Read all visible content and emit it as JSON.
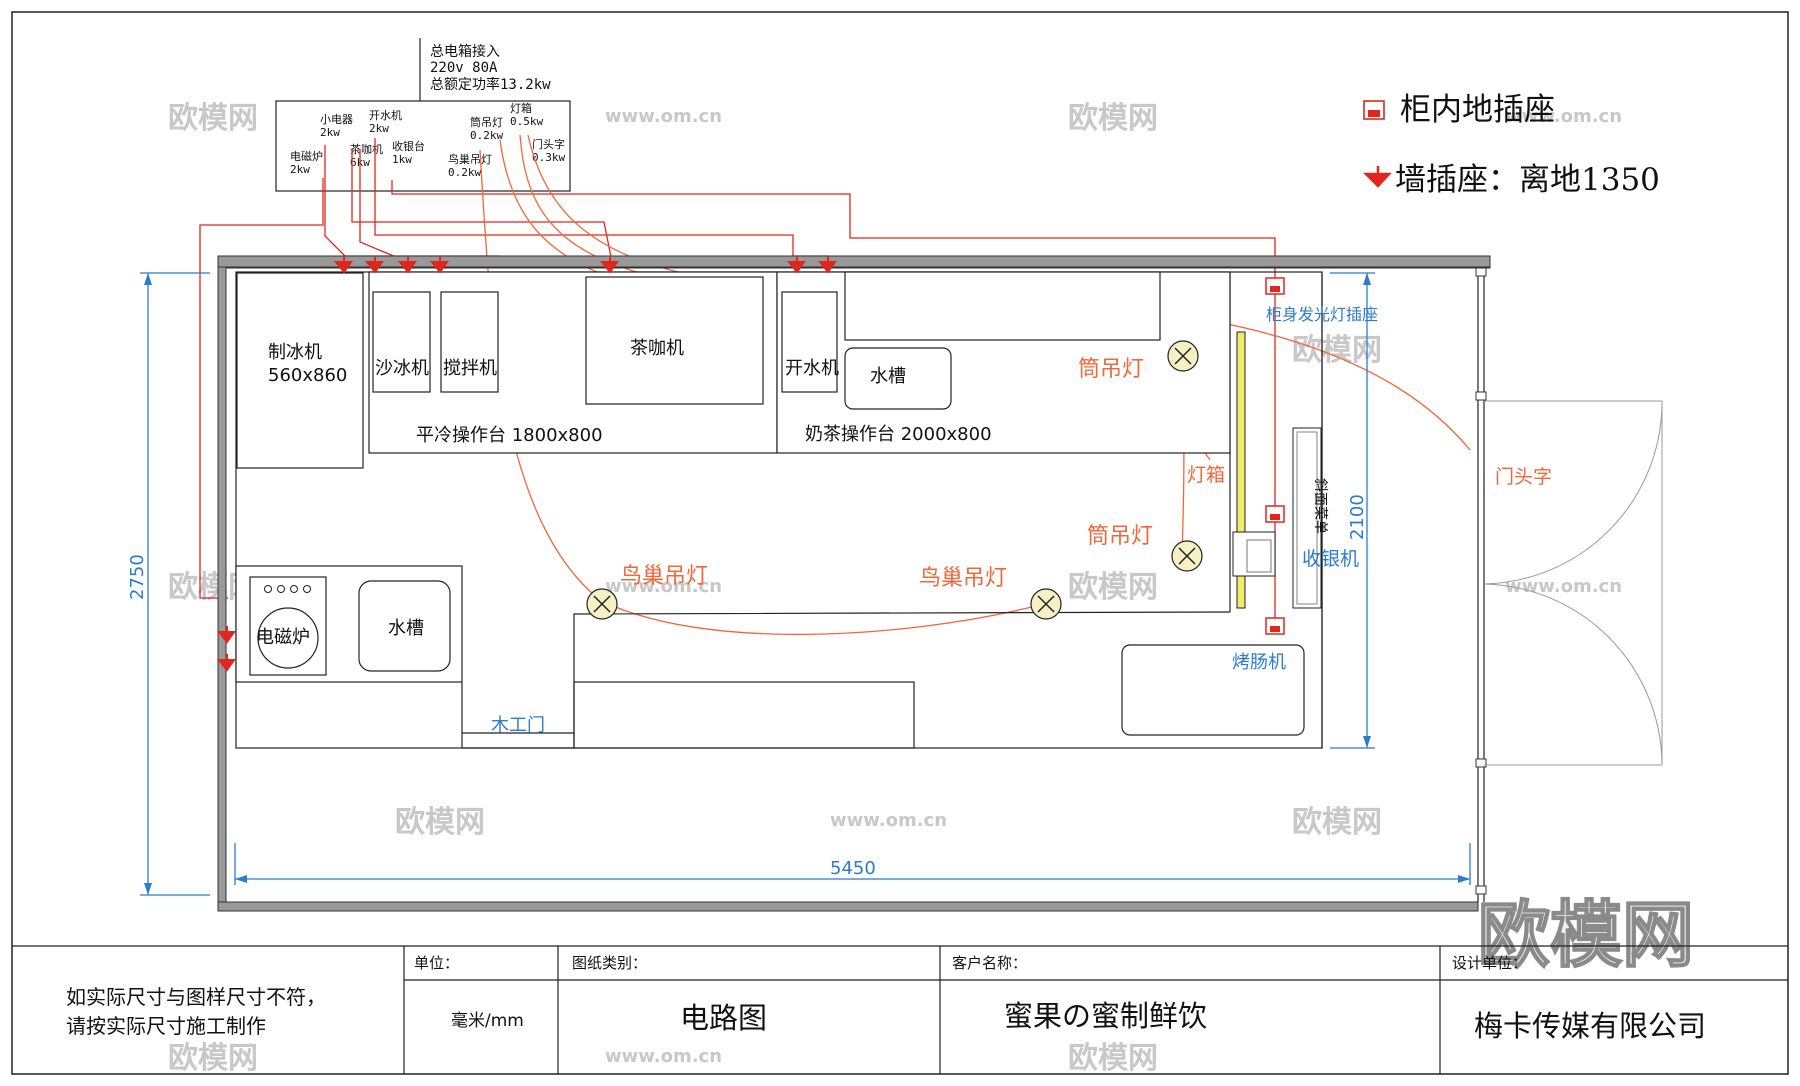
{
  "panel": {
    "title": [
      "总电箱接入",
      "220v   80A",
      "总额定功率13.2kw"
    ],
    "circuits": [
      {
        "name": "小电器",
        "power": "2kw"
      },
      {
        "name": "开水机",
        "power": "2kw"
      },
      {
        "name": "筒吊灯",
        "power": "0.2kw"
      },
      {
        "name": "灯箱",
        "power": "0.5kw"
      },
      {
        "name": "电磁炉",
        "power": "2kw"
      },
      {
        "name": "茶咖机",
        "power": "6kw"
      },
      {
        "name": "收银台",
        "power": "1kw"
      },
      {
        "name": "鸟巢吊灯",
        "power": "0.2kw"
      },
      {
        "name": "门头字",
        "power": "0.3kw"
      }
    ]
  },
  "legend": {
    "floor_socket": "柜内地插座",
    "wall_socket": "墙插座：离地1350"
  },
  "rooms": {
    "ice_machine": "制冰机",
    "ice_machine_size": "560x860",
    "smoothie": "沙冰机",
    "blender": "搅拌机",
    "tea_coffee": "茶咖机",
    "water_boiler": "开水机",
    "sink": "水槽",
    "flat_cooler": "平冷操作台 1800x800",
    "milk_tea_counter": "奶茶操作台 2000x800",
    "induction": "电磁炉",
    "sink2": "水槽",
    "wood_door": "木工门",
    "sausage": "烤肠机",
    "cashier": "收银机",
    "menu": "斜面菜单",
    "cabinet_light_socket": "柜身发光灯插座"
  },
  "lights": {
    "tube1": "筒吊灯",
    "tube2": "筒吊灯",
    "nest1": "鸟巢吊灯",
    "nest2": "鸟巢吊灯",
    "lightbox": "灯箱",
    "sign": "门头字"
  },
  "dimensions": {
    "height": "2750",
    "width": "5450",
    "inner_height": "2100"
  },
  "title_block": {
    "note_line1": "如实际尺寸与图样尺寸不符，",
    "note_line2": "请按实际尺寸施工制作",
    "unit_label": "单位：",
    "unit_value": "毫米/mm",
    "type_label": "图纸类别：",
    "type_value": "电路图",
    "client_label": "客户名称：",
    "client_value": "蜜果の蜜制鲜饮",
    "designer_label": "设计单位：",
    "designer_value": "梅卡传媒有限公司"
  },
  "watermarks": {
    "logo": "欧模网",
    "url": "www.om.cn"
  },
  "colors": {
    "wire": "#f0683a",
    "socket": "#e0261f",
    "dimension": "#2b7bd1",
    "lightbox": "#f3ea6a"
  }
}
